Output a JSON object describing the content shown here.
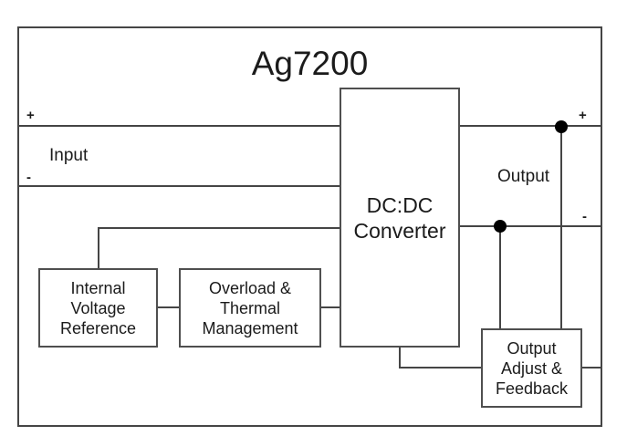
{
  "diagram": {
    "title": "Ag7200",
    "input": {
      "label": "Input",
      "plus": "+",
      "minus": "-"
    },
    "output": {
      "label": "Output",
      "plus": "+",
      "minus": "-"
    },
    "blocks": {
      "dcdc_converter": {
        "lines": [
          "DC:DC",
          "Converter"
        ]
      },
      "internal_voltage_reference": {
        "lines": [
          "Internal",
          "Voltage",
          "Reference"
        ]
      },
      "overload_thermal_management": {
        "lines": [
          "Overload &",
          "Thermal",
          "Management"
        ]
      },
      "output_adjust_feedback": {
        "lines": [
          "Output",
          "Adjust &",
          "Feedback"
        ]
      }
    },
    "colors": {
      "line": "#454545",
      "box_border": "#4f4f4f",
      "text": "#1b1b1b",
      "dot": "#000000",
      "background": "#ffffff"
    }
  }
}
